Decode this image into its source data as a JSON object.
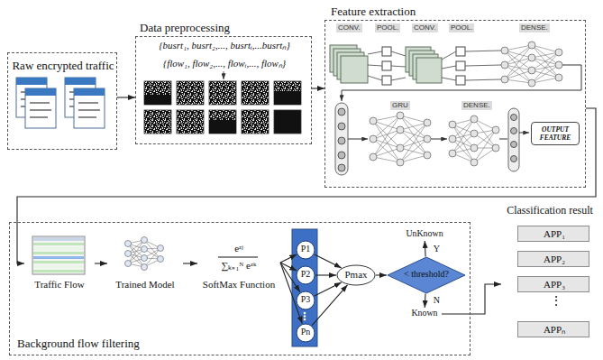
{
  "diagram": {
    "nodes": [
      {
        "text": [
          "Raw encrypted traffic"
        ]
      },
      {
        "text": [
          "Data preprocessing",
          "{busrt₁, busrt₂,..., busrtᵢ,...busrtₙ}",
          "{flow₁, flow₂,..., flowᵢ,..., flowₙ}"
        ]
      },
      {
        "text": [
          "Feature extraction"
        ]
      },
      {
        "text": [
          "OUTPUT FEATURE"
        ],
        "in": 2
      },
      {
        "text": [
          "Background flow filtering"
        ]
      },
      {
        "text": [
          "Traffic Flow"
        ],
        "in": 4
      },
      {
        "text": [
          "Trained Model"
        ],
        "in": 4
      },
      {
        "text": [
          "eᶻʲ",
          "∑ₖ₌₁ᴺ eᶻᵏ",
          "SoftMax Function"
        ],
        "in": 4
      },
      {
        "text": [
          "P1"
        ],
        "in": 4
      },
      {
        "text": [
          "P2"
        ],
        "in": 4
      },
      {
        "text": [
          "P3"
        ],
        "in": 4
      },
      {
        "text": [
          "Pn"
        ],
        "in": 4
      },
      {
        "text": [
          "Pmax"
        ],
        "in": 4
      },
      {
        "text": [
          "< threshold?"
        ],
        "in": 4
      },
      {
        "text": [
          "UnKnown"
        ],
        "in": 4
      },
      {
        "text": [
          "Known"
        ],
        "in": 4
      },
      {
        "text": [
          "Classification result"
        ]
      },
      {
        "text": [
          "APP₁"
        ],
        "in": 16
      },
      {
        "text": [
          "APP₂"
        ],
        "in": 16
      },
      {
        "text": [
          "APP₃"
        ],
        "in": 16
      },
      {
        "text": [
          "APPₙ"
        ],
        "in": 16
      }
    ],
    "edges": [
      {
        "from": 0,
        "to": 1,
        "arrow": "to"
      },
      {
        "from": 1,
        "to": 2,
        "arrow": "to"
      },
      {
        "from": 2,
        "to": 5,
        "arrow": "to"
      },
      {
        "from": 5,
        "to": 6,
        "arrow": "to"
      },
      {
        "from": 6,
        "to": 7,
        "arrow": "to"
      },
      {
        "from": 7,
        "to": 8,
        "arrow": "to"
      },
      {
        "from": 7,
        "to": 9,
        "arrow": "to"
      },
      {
        "from": 7,
        "to": 10,
        "arrow": "to"
      },
      {
        "from": 7,
        "to": 11,
        "arrow": "to"
      },
      {
        "from": 8,
        "to": 12,
        "arrow": "to"
      },
      {
        "from": 9,
        "to": 12,
        "arrow": "to"
      },
      {
        "from": 10,
        "to": 12,
        "arrow": "to"
      },
      {
        "from": 11,
        "to": 12,
        "arrow": "to"
      },
      {
        "from": 12,
        "to": 13,
        "arrow": "to"
      },
      {
        "from": 13,
        "to": 14,
        "label": "Y",
        "arrow": "to"
      },
      {
        "from": 13,
        "to": 15,
        "label": "N",
        "arrow": "to"
      },
      {
        "from": 15,
        "to": 16,
        "arrow": "to"
      }
    ],
    "labels": [
      "CONV.",
      "POOL.",
      "CONV.",
      "POOL.",
      "DENSE.",
      "GRU",
      "DENSE.",
      "⋮"
    ]
  }
}
